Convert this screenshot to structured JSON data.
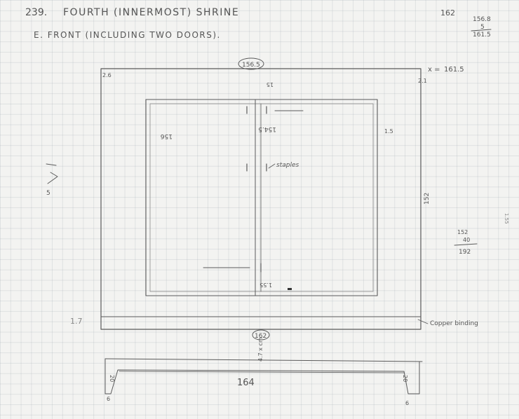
{
  "header": {
    "number": "239.",
    "title": "FOURTH (INNERMOST) SHRINE",
    "subtitle": "E. FRONT (INCLUDING TWO DOORS).",
    "top_right_num": "162",
    "top_right_fraction_a": "156.8",
    "top_right_fraction_b": "5",
    "top_right_fraction_c": "161.5"
  },
  "outer_frame": {
    "top_circled": "156.5",
    "right_eq": "161.5",
    "corner_tl": "2.6",
    "corner_tr": "2.1",
    "right_height": "152",
    "bottom_circled": "162",
    "left_base": "1.7",
    "base_note": "Copper binding"
  },
  "doors": {
    "top_mark": "15",
    "left_height": "156",
    "centre_height": "154.5",
    "right_mark": "1.5",
    "staples_label": "staples",
    "bottom_centre": "1.55",
    "left_arrow": "5",
    "side_fraction_a": "152",
    "side_fraction_b": "40",
    "side_fraction_c": "192",
    "far_right": "1.55"
  },
  "profile": {
    "width": "164",
    "left_height": "20",
    "right_height": "20",
    "left_base": "6",
    "right_base": "6",
    "vertical_note": "4.7 x cm"
  }
}
